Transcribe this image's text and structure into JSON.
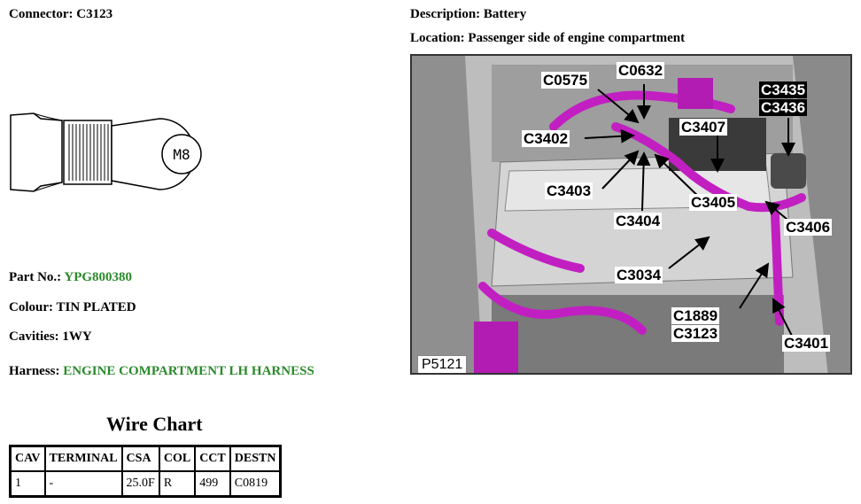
{
  "header": {
    "connector": "Connector: C3123",
    "description": "Description: Battery",
    "location": "Location: Passenger side of engine compartment"
  },
  "terminal_mark": "M8",
  "details": {
    "part_no_label": "Part No.:",
    "part_no_value": "YPG800380",
    "colour": "Colour: TIN PLATED",
    "cavities": "Cavities: 1WY",
    "harness_label": "Harness:",
    "harness_value": "ENGINE COMPARTMENT LH HARNESS"
  },
  "wire_chart": {
    "title": "Wire Chart",
    "headers": [
      "CAV",
      "TERMINAL",
      "CSA",
      "COL",
      "CCT",
      "DESTN"
    ],
    "rows": [
      [
        "1",
        "-",
        "25.0F",
        "R",
        "499",
        "C0819"
      ]
    ]
  },
  "photo": {
    "ref_code": "P5121",
    "callouts": {
      "c0575": "C0575",
      "c0632": "C0632",
      "c3402": "C3402",
      "c3407": "C3407",
      "c3435": "C3435",
      "c3436": "C3436",
      "c3403": "C3403",
      "c3405": "C3405",
      "c3404": "C3404",
      "c3406": "C3406",
      "c3034": "C3034",
      "c1889": "C1889",
      "c3123": "C3123",
      "c3401": "C3401"
    }
  },
  "colors": {
    "harness_magenta": "#c21fc2",
    "green_text": "#2a8a2a"
  }
}
